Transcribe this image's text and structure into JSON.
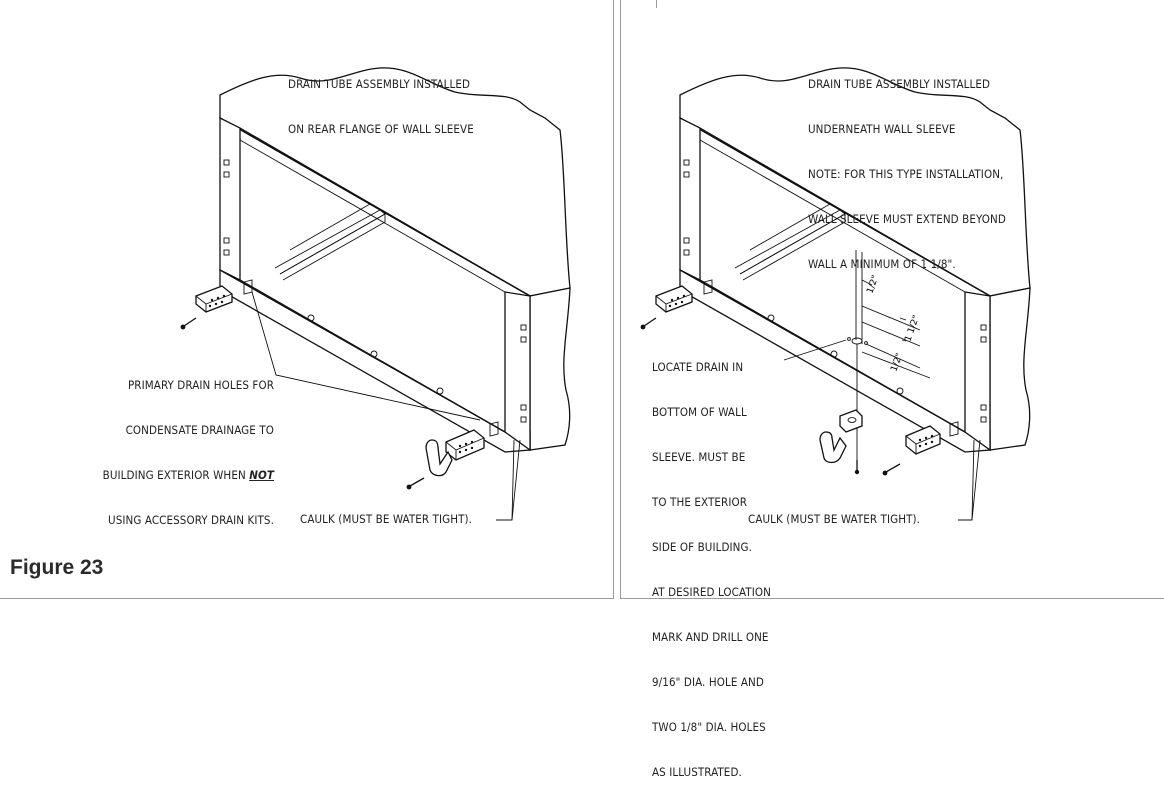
{
  "figure": {
    "caption": "Figure 23"
  },
  "left_panel": {
    "title_lines": [
      "DRAIN TUBE ASSEMBLY INSTALLED",
      "ON REAR FLANGE OF WALL SLEEVE"
    ],
    "primary_drain_lines": [
      "PRIMARY DRAIN HOLES FOR",
      "CONDENSATE DRAINAGE TO",
      "BUILDING EXTERIOR WHEN "
    ],
    "primary_drain_not": "NOT",
    "primary_drain_last": "USING ACCESSORY DRAIN KITS.",
    "caulk": "CAULK (MUST BE WATER TIGHT)."
  },
  "right_panel": {
    "title_lines": [
      "DRAIN TUBE ASSEMBLY INSTALLED",
      "UNDERNEATH WALL SLEEVE",
      "NOTE: FOR THIS TYPE INSTALLATION,",
      "WALL SLEEVE MUST EXTEND BEYOND",
      "WALL A MINIMUM OF 1 1/8\"."
    ],
    "locate_lines": [
      "LOCATE DRAIN IN",
      "BOTTOM OF WALL",
      "SLEEVE. MUST BE",
      "TO THE EXTERIOR",
      "SIDE OF BUILDING.",
      "AT DESIRED LOCATION",
      "MARK AND DRILL ONE",
      "9/16\" DIA. HOLE AND",
      "TWO 1/8\" DIA. HOLES",
      "AS ILLUSTRATED."
    ],
    "dimensions": [
      "1/2\"",
      "1 1/2\"",
      "1/2\""
    ],
    "caulk": "CAULK (MUST BE WATER TIGHT)."
  }
}
